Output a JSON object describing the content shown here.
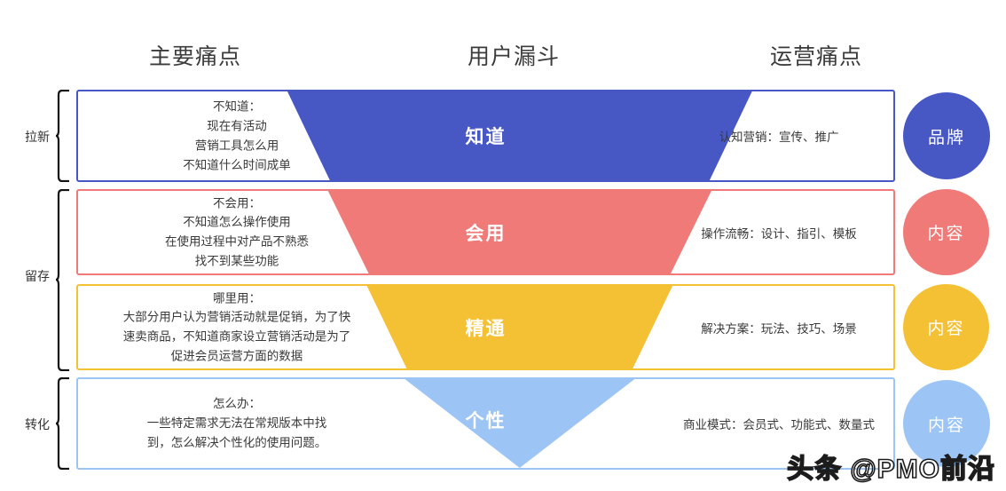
{
  "headers": [
    {
      "label": "主要痛点"
    },
    {
      "label": "用户漏斗"
    },
    {
      "label": "运营痛点"
    }
  ],
  "groups": [
    {
      "label": "拉新"
    },
    {
      "label": "留存"
    },
    {
      "label": "转化"
    }
  ],
  "rows": [
    {
      "accent": "#4758c4",
      "pain": "不知道：\n现在有活动\n营销工具怎么用\n不知道什么时间成单",
      "stage": "知道",
      "ops": "认知营销：宣传、推广",
      "circle": "品牌"
    },
    {
      "accent": "#f07a78",
      "pain": "不会用：\n不知道怎么操作使用\n在使用过程中对产品不熟悉\n找不到某些功能",
      "stage": "会用",
      "ops": "操作流畅：设计、指引、模板",
      "circle": "内容"
    },
    {
      "accent": "#f5c134",
      "pain": "哪里用：\n大部分用户认为营销活动就是促销，为了快\n速卖商品，不知道商家设立营销活动是为了\n促进会员运营方面的数据",
      "stage": "精通",
      "ops": "解决方案：玩法、技巧、场景",
      "circle": "内容"
    },
    {
      "accent": "#9cc5f5",
      "pain": "怎么办：\n一些特定需求无法在常规版本中找\n到，怎么解决个性化的使用问题。",
      "stage": "个性",
      "ops": "商业模式：会员式、功能式、数量式",
      "circle": "内容"
    }
  ],
  "watermark": "头条 @PMO前沿",
  "colors": {
    "blue": "#4758c4",
    "red": "#f07a78",
    "yellow": "#f5c134",
    "lightblue": "#9cc5f5",
    "text": "#3a3a3a"
  }
}
